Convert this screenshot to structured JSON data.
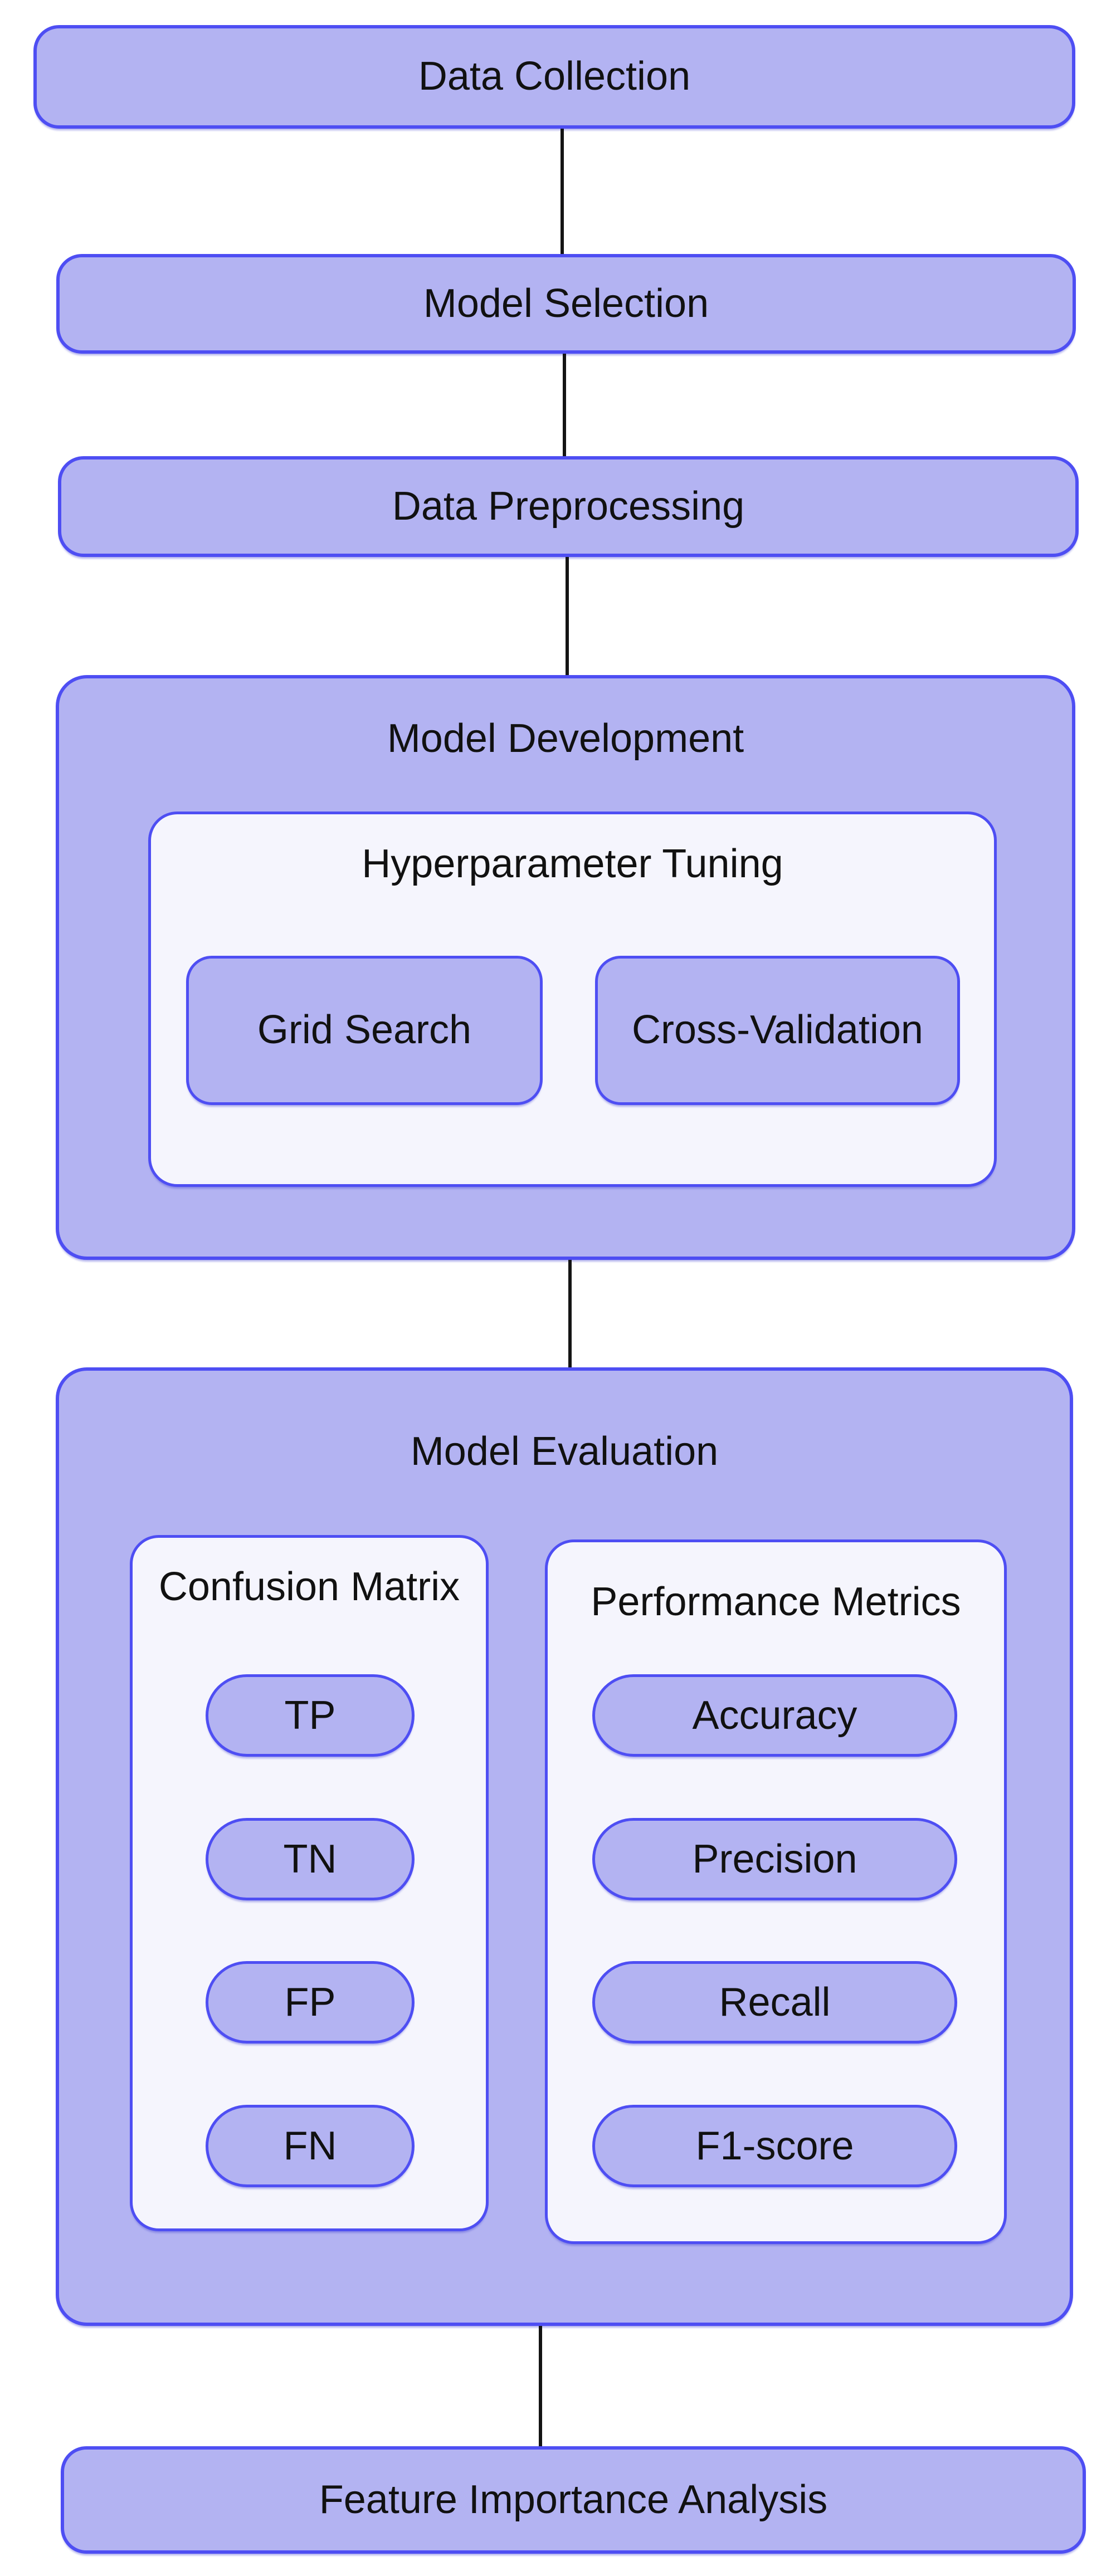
{
  "diagram": {
    "type": "flowchart",
    "direction": "top-down",
    "background": "#ffffff",
    "colors": {
      "node_fill": "#b3b3f2",
      "node_border": "#4e4ef3",
      "container_fill": "#f5f5fd",
      "text": "#111111",
      "edge": "#141414"
    },
    "nodes": {
      "data_collection": {
        "label": "Data Collection"
      },
      "model_selection": {
        "label": "Model Selection"
      },
      "data_preprocessing": {
        "label": "Data Preprocessing"
      },
      "model_development": {
        "label": "Model Development",
        "children": {
          "hyperparameter_tuning": {
            "label": "Hyperparameter Tuning",
            "children": {
              "grid_search": {
                "label": "Grid Search"
              },
              "cross_validation": {
                "label": "Cross-Validation"
              }
            }
          }
        }
      },
      "model_evaluation": {
        "label": "Model Evaluation",
        "children": {
          "confusion_matrix": {
            "label": "Confusion Matrix",
            "items": [
              "TP",
              "TN",
              "FP",
              "FN"
            ]
          },
          "performance_metrics": {
            "label": "Performance Metrics",
            "items": [
              "Accuracy",
              "Precision",
              "Recall",
              "F1-score"
            ]
          }
        }
      },
      "feature_importance_analysis": {
        "label": "Feature Importance Analysis"
      }
    },
    "edges": [
      {
        "from": "Data Collection",
        "to": "Model Selection"
      },
      {
        "from": "Model Selection",
        "to": "Data Preprocessing"
      },
      {
        "from": "Data Preprocessing",
        "to": "Model Development"
      },
      {
        "from": "Model Development",
        "to": "Model Evaluation"
      },
      {
        "from": "Model Evaluation",
        "to": "Feature Importance Analysis"
      }
    ]
  }
}
